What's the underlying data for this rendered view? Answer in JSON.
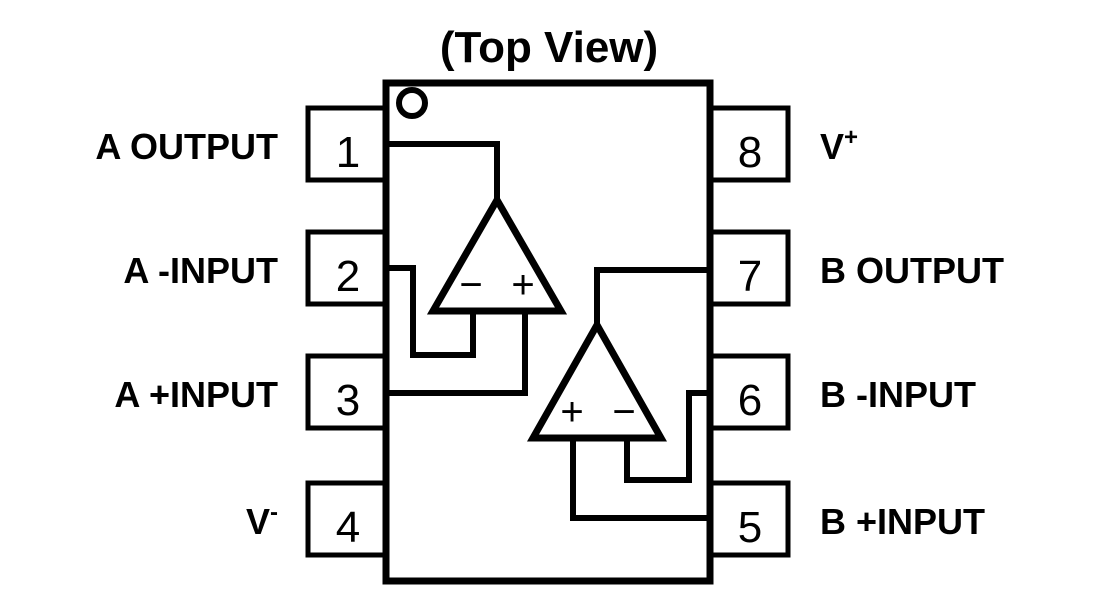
{
  "diagram": {
    "title": "(Top View)",
    "package": {
      "pin_count": 8,
      "pin1_marker": "dot-circle"
    },
    "pins_left": [
      {
        "number": "1",
        "label": "A OUTPUT",
        "sup": ""
      },
      {
        "number": "2",
        "label": "A -INPUT",
        "sup": ""
      },
      {
        "number": "3",
        "label": "A +INPUT",
        "sup": ""
      },
      {
        "number": "4",
        "label": "V",
        "sup": "-"
      }
    ],
    "pins_right": [
      {
        "number": "8",
        "label": "V",
        "sup": "+"
      },
      {
        "number": "7",
        "label": "B OUTPUT",
        "sup": ""
      },
      {
        "number": "6",
        "label": "B -INPUT",
        "sup": ""
      },
      {
        "number": "5",
        "label": "B +INPUT",
        "sup": ""
      }
    ],
    "opamps": [
      {
        "name": "A",
        "left_polarity": "−",
        "right_polarity": "+"
      },
      {
        "name": "B",
        "left_polarity": "+",
        "right_polarity": "−"
      }
    ],
    "colors": {
      "line": "#000000",
      "background": "#ffffff",
      "text": "#000000"
    }
  }
}
